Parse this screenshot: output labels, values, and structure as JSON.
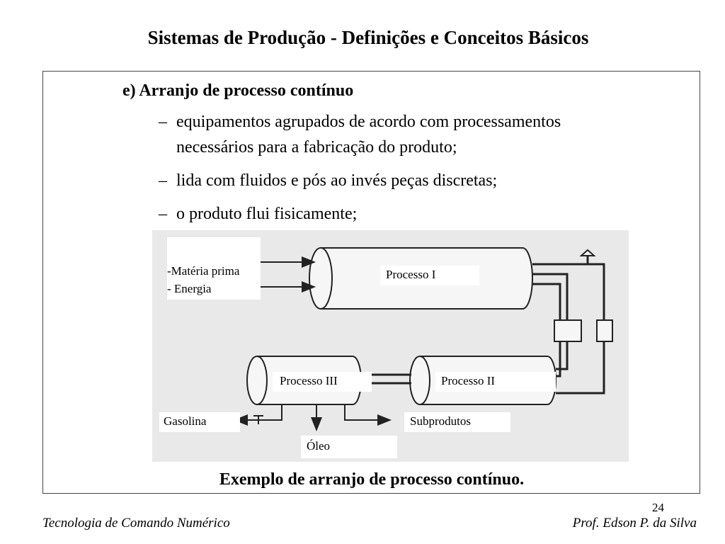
{
  "slide": {
    "title": "Sistemas de Produção - Definições e Conceitos Básicos",
    "heading": "e) Arranjo de processo contínuo",
    "bullet_marker": "–",
    "bullets": [
      "equipamentos agrupados de acordo com processamentos",
      "necessários para a fabricação do produto;",
      "lida com fluidos e pós ao invés peças discretas;",
      "o produto flui fisicamente;"
    ],
    "figure": {
      "labels": {
        "input_1": "-Matéria prima",
        "input_2": "- Energia",
        "process_1": "Processo I",
        "process_2": "Processo II",
        "process_3": "Processo III",
        "output_gasoline": "Gasolina",
        "output_oil": "Óleo",
        "output_byproducts": "Subprodutos"
      }
    },
    "caption": "Exemplo de arranjo de processo contínuo.",
    "page_number": "24"
  },
  "footer": {
    "course": "Tecnologia de Comando Numérico",
    "author": "Prof. Edson P. da Silva"
  }
}
